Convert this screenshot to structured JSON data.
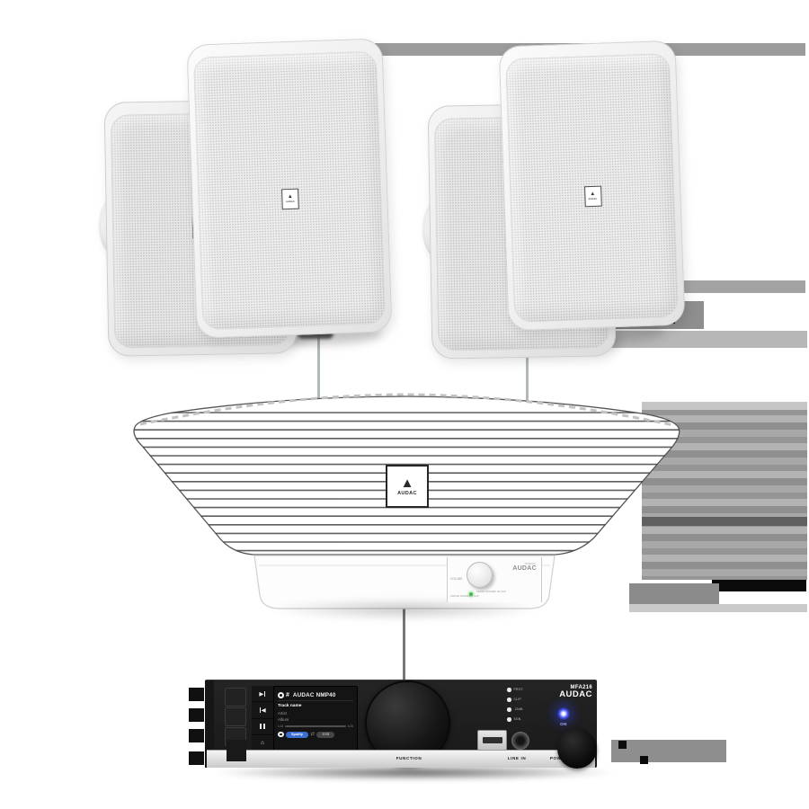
{
  "colors": {
    "background": "#ffffff",
    "amp_body": "#1c1c1c",
    "accent_blue": "#3a6fd0",
    "power_led_blue": "#2a3bff",
    "panel_led_green": "#46b84e",
    "redaction_gray": "#8e8e8e"
  },
  "icons": {
    "next": "▶",
    "prev": "◀",
    "home": "⌂",
    "shuffle": "⇄",
    "hash": "#",
    "logo_triangle": "▲"
  },
  "speakers": {
    "brand": "AUDAC"
  },
  "subwoofer": {
    "logo_brand": "AUDAC",
    "panel": {
      "volume_label": "VOLUME",
      "model": "NOBA8A",
      "brand": "AUDAC",
      "status_line1": "SIGNAL STANDBY HF CLIP",
      "status_line2": "LIMITER DRIVER MF CLIP"
    }
  },
  "amplifier": {
    "model": "MFA216",
    "brand": "AUDAC",
    "on_label": "ON",
    "leds": [
      "PROT.",
      "CLIP",
      "-20dB",
      "SGN."
    ],
    "display": {
      "title": "AUDAC NMP40",
      "track": "Track name",
      "artist": "Artist",
      "album": "Album",
      "elapsed": "1:14",
      "duration": "4:20",
      "source_active": "Spotify",
      "source_secondary": "SYB"
    },
    "strip": {
      "function": "FUNCTION",
      "line_in": "LINE IN",
      "power": "POWER"
    }
  }
}
